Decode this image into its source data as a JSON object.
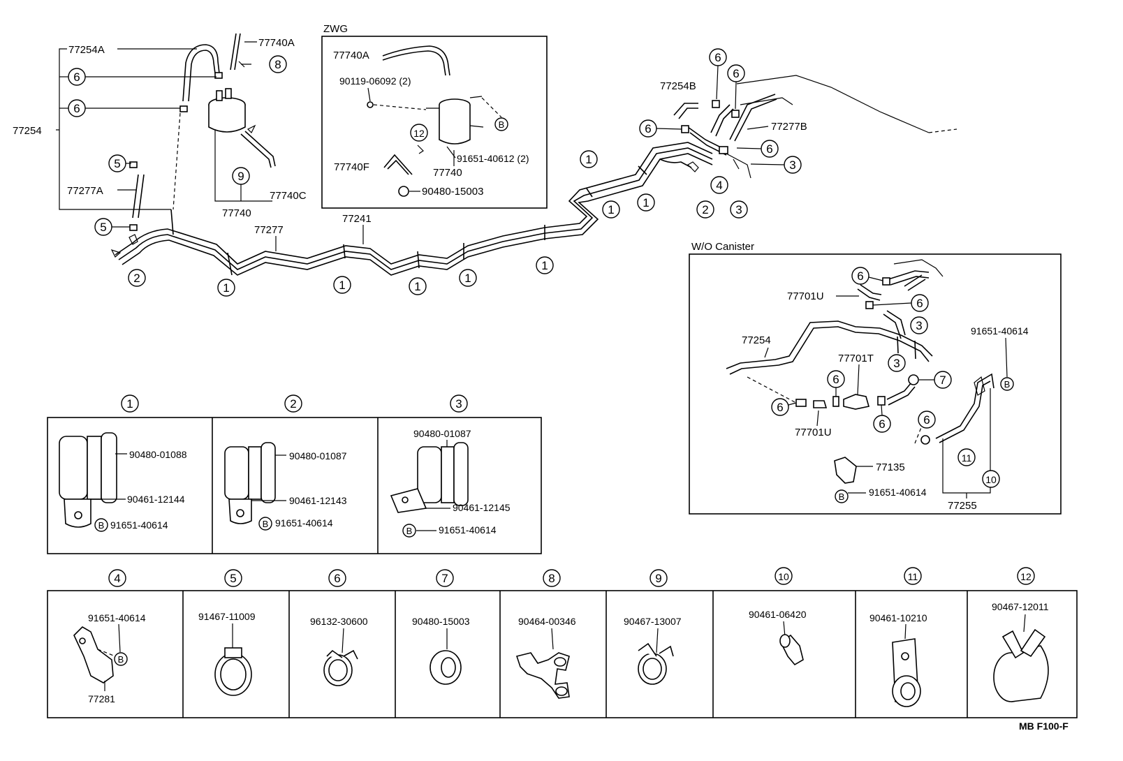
{
  "insets": {
    "zwg_title": "ZWG",
    "wo_canister_title": "W/O Canister"
  },
  "circle_nums": [
    "1",
    "2",
    "3",
    "4",
    "5",
    "6",
    "7",
    "8",
    "9",
    "10",
    "11",
    "12"
  ],
  "bolt_letter": "B",
  "parts": {
    "p77254": "77254",
    "p77254A": "77254A",
    "p77254B": "77254B",
    "p77740A": "77740A",
    "p77740": "77740",
    "p77740C": "77740C",
    "p77740F": "77740F",
    "p77277": "77277",
    "p77277A": "77277A",
    "p77277B": "77277B",
    "p77241": "77241",
    "p90119": "90119-06092 (2)",
    "p91651_2": "91651-40612 (2)",
    "p90480_15003": "90480-15003",
    "p77701U": "77701U",
    "p77701T": "77701T",
    "p77135": "77135",
    "p77255": "77255",
    "p91651_40614": "91651-40614",
    "p90480_01088": "90480-01088",
    "p90461_12144": "90461-12144",
    "p90480_01087": "90480-01087",
    "p90461_12143": "90461-12143",
    "p90461_12145": "90461-12145",
    "p77281": "77281",
    "p91467_11009": "91467-11009",
    "p96132_30600": "96132-30600",
    "p90464_00346": "90464-00346",
    "p90467_13007": "90467-13007",
    "p90461_06420": "90461-06420",
    "p90461_10210": "90461-10210",
    "p90467_12011": "90467-12011"
  },
  "footer_code": "MB  F100-F"
}
